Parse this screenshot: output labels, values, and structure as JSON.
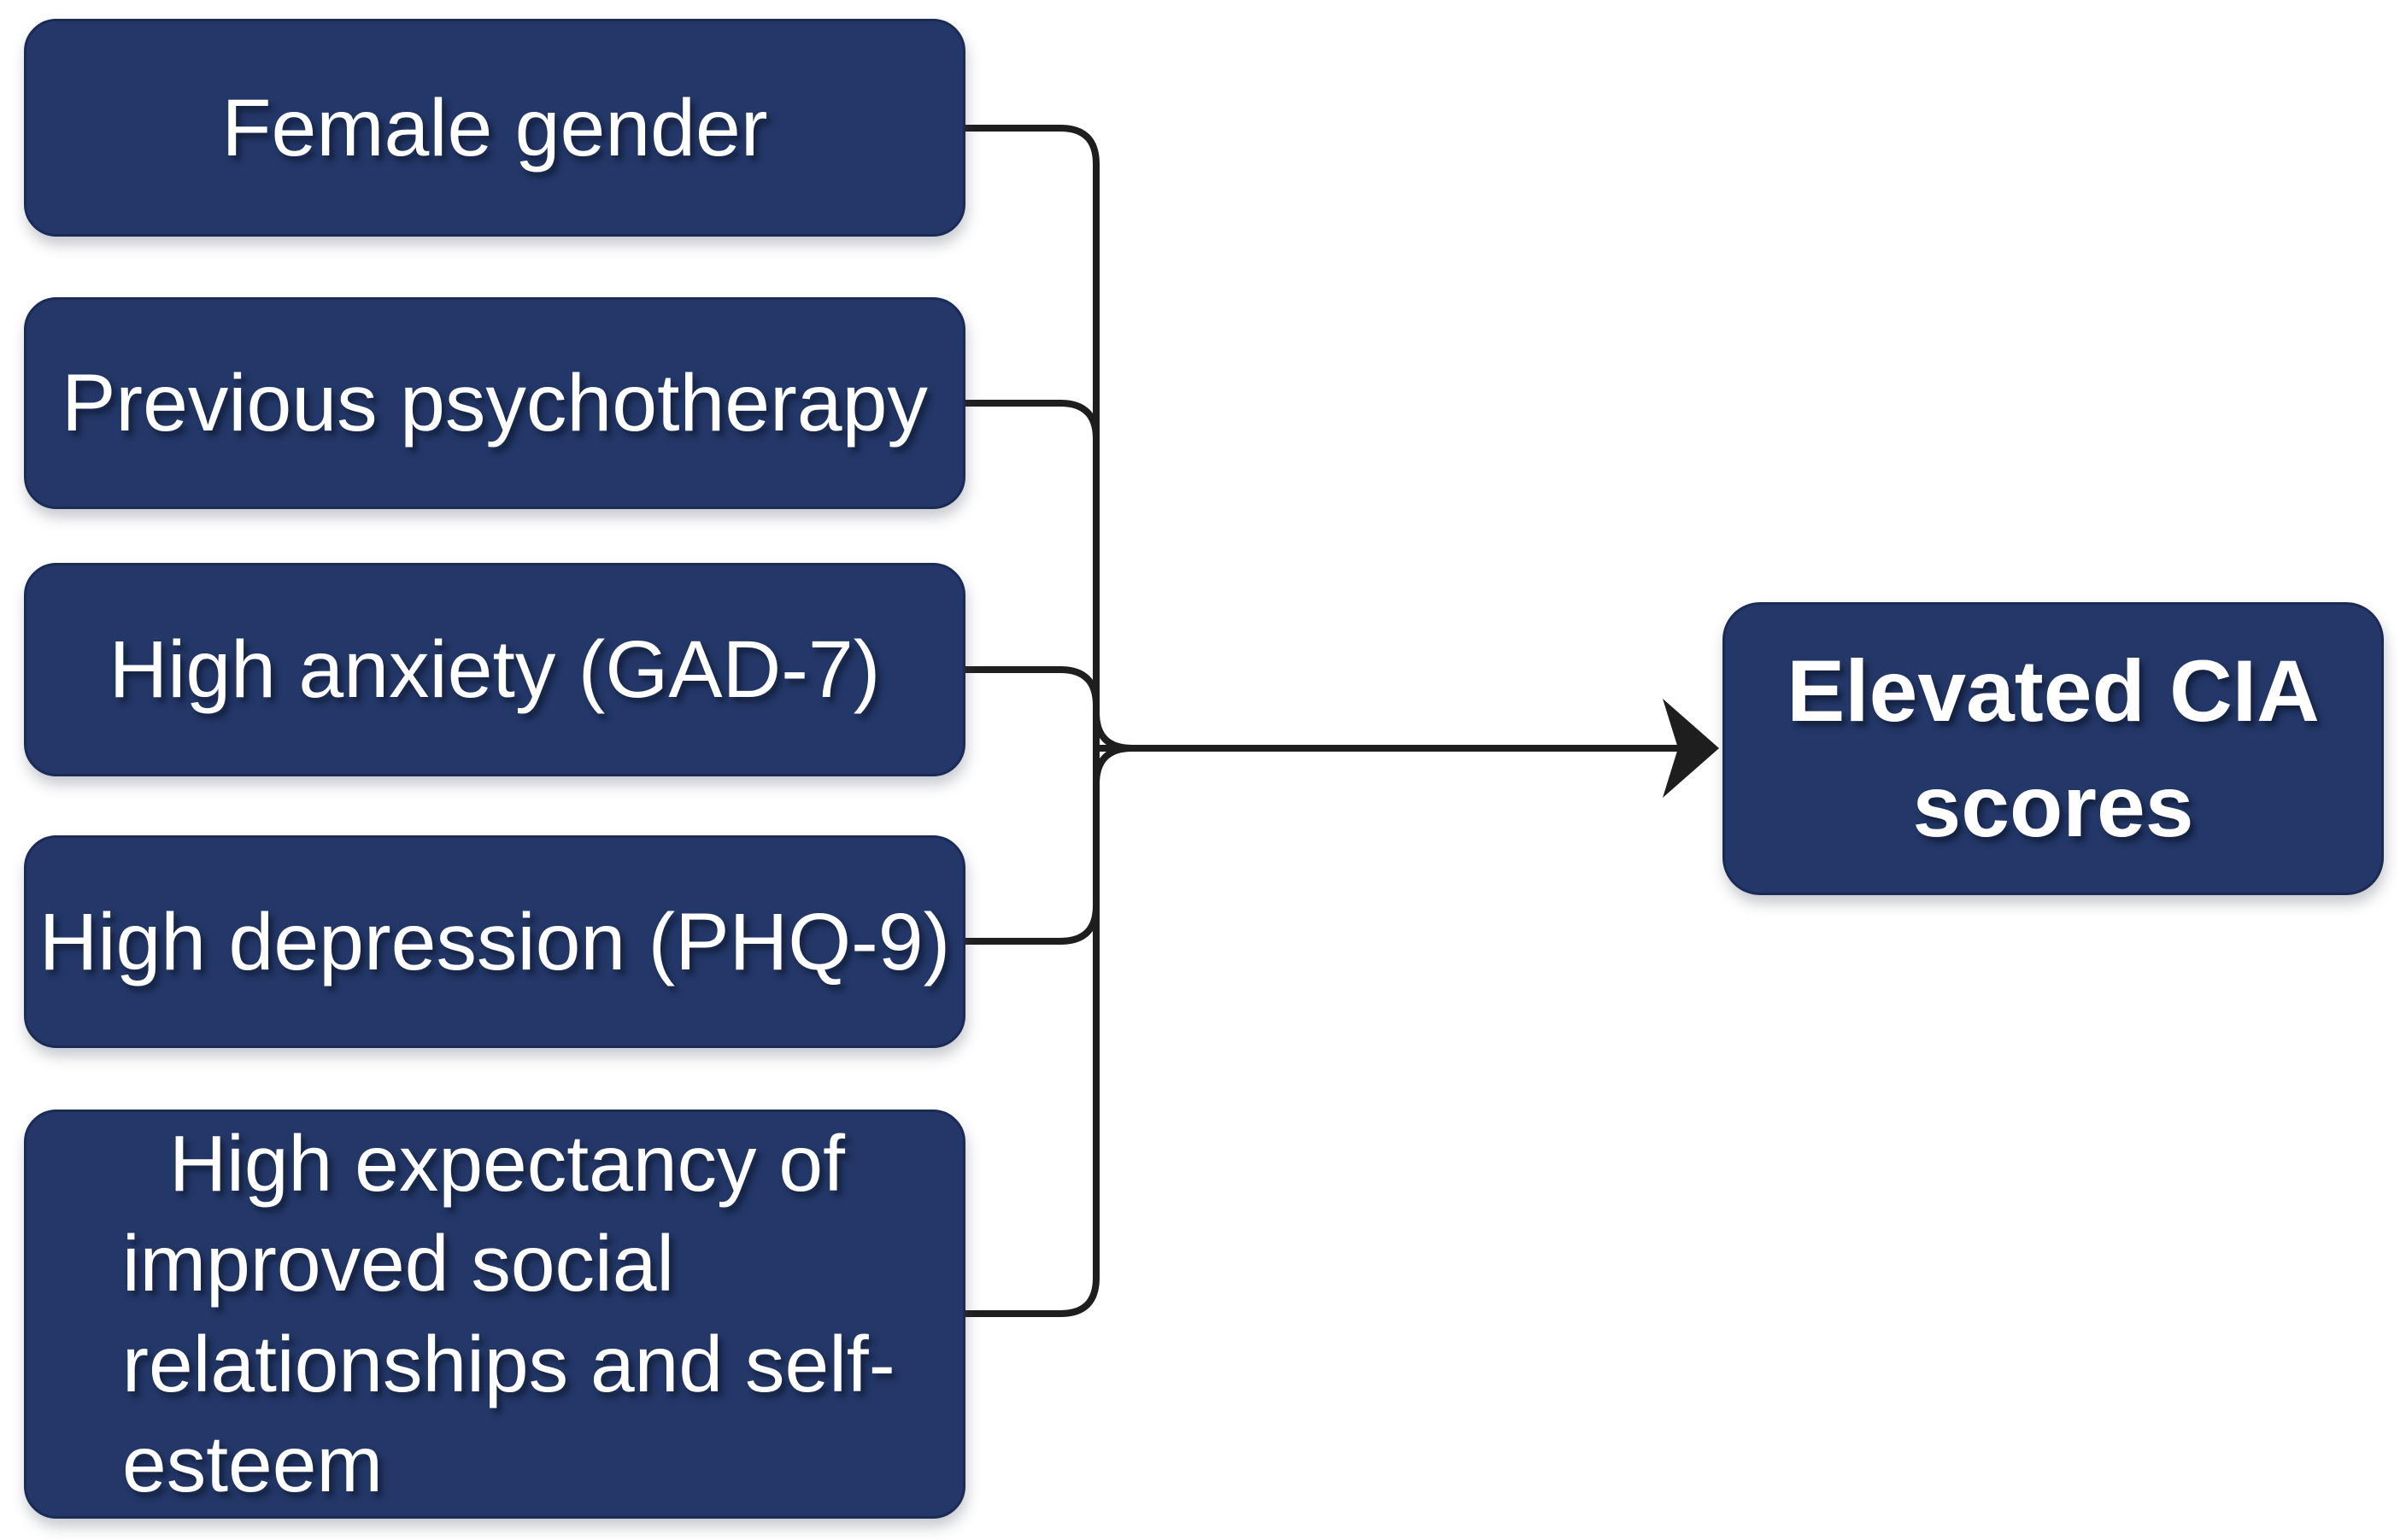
{
  "diagram": {
    "factors": [
      {
        "label": "Female gender"
      },
      {
        "label": "Previous psychotherapy"
      },
      {
        "label": "High anxiety (GAD-7)"
      },
      {
        "label": "High depression (PHQ-9)"
      },
      {
        "label": "High expectancy of improved social relationships and self-esteem"
      }
    ],
    "outcome": {
      "label": "Elevated CIA scores"
    },
    "colors": {
      "box_fill": "#233768",
      "box_border": "#1b2b55",
      "connector": "#1e1e1e",
      "text": "#ffffff",
      "background": "#ffffff"
    }
  }
}
